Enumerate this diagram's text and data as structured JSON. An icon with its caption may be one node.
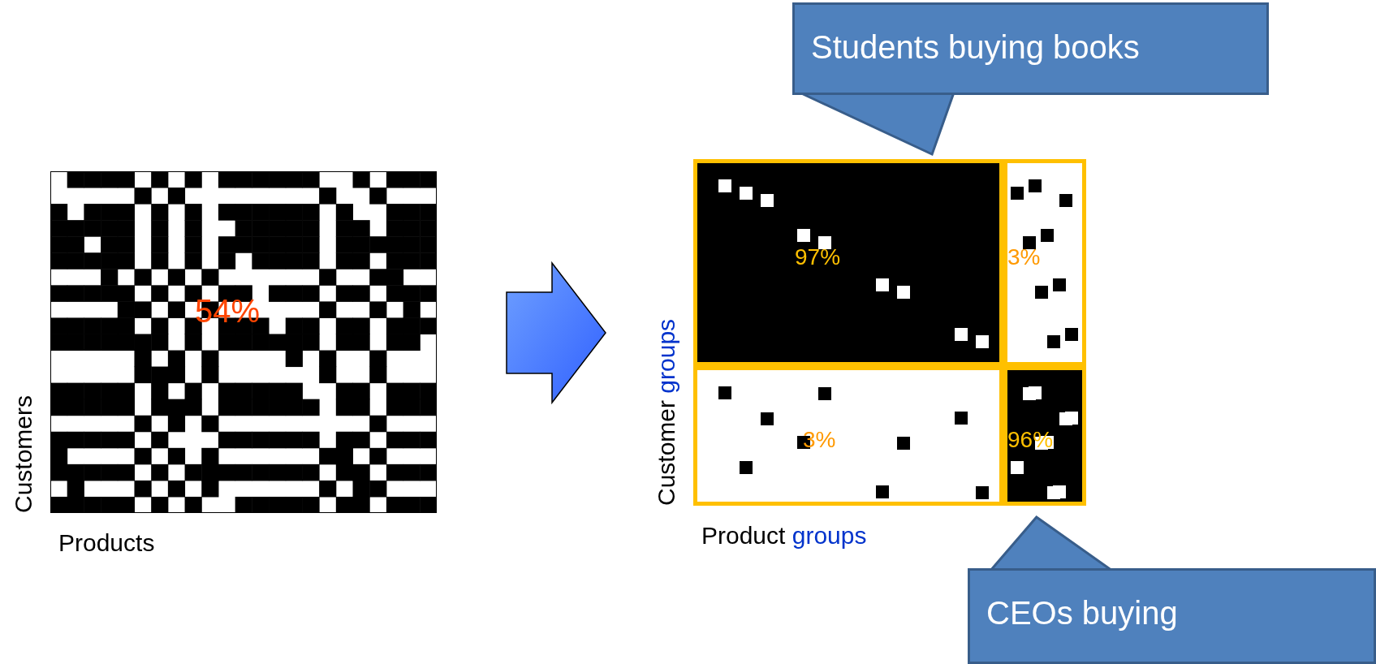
{
  "diagram": {
    "nodes": [
      {
        "text": [
          "54%"
        ],
        "beside": [
          "Customers",
          "Products"
        ]
      },
      {
        "text": [],
        "shape": "picture",
        "beside": [
          "Customer groups",
          "Product groups"
        ]
      },
      {
        "text": [
          "97%"
        ],
        "in": 1
      },
      {
        "text": [
          "3%"
        ],
        "in": 1
      },
      {
        "text": [
          "3%"
        ],
        "in": 1
      },
      {
        "text": [
          "96%"
        ],
        "in": 1
      },
      {
        "text": [
          "Students buying books"
        ]
      },
      {
        "text": [
          "CEOs buying"
        ]
      }
    ],
    "edges": [
      {
        "from": 0,
        "to": 1,
        "arrow": "to",
        "style": "thick"
      },
      {
        "from": 6,
        "to": 2,
        "arrow": "none"
      },
      {
        "from": 7,
        "to": 5,
        "arrow": "none"
      }
    ]
  }
}
